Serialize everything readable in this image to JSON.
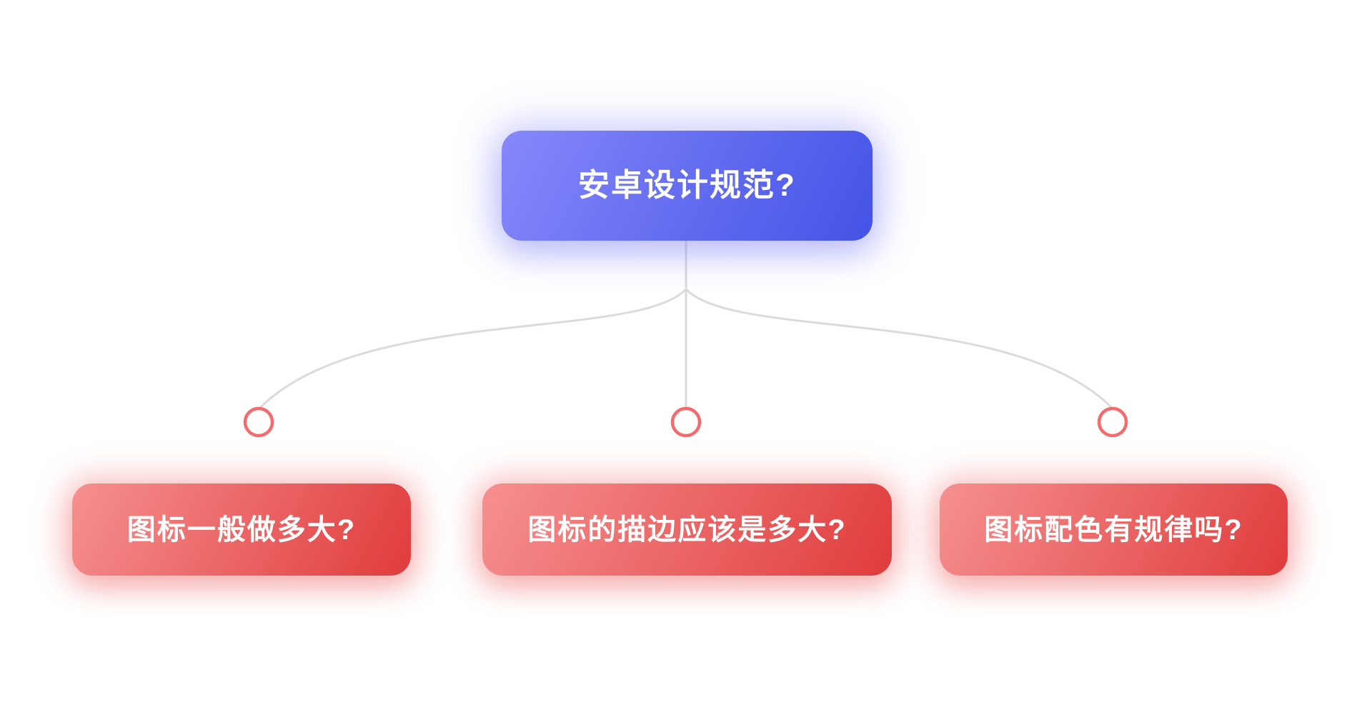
{
  "colors": {
    "canvas-bg": "#ffffff",
    "root-grad-start": "#8688fa",
    "root-grad-end": "#4353e6",
    "child-grad-start": "#f69090",
    "child-grad-end": "#e03c3c",
    "line-color": "#dbdbdb",
    "anchor-stroke": "#f56a6a",
    "anchor-fill": "#ffffff",
    "node-text": "#ffffff"
  },
  "root_node": {
    "label": "安卓设计规范?"
  },
  "children": [
    {
      "label": "图标一般做多大?"
    },
    {
      "label": "图标的描边应该是多大?"
    },
    {
      "label": "图标配色有规律吗?"
    }
  ]
}
